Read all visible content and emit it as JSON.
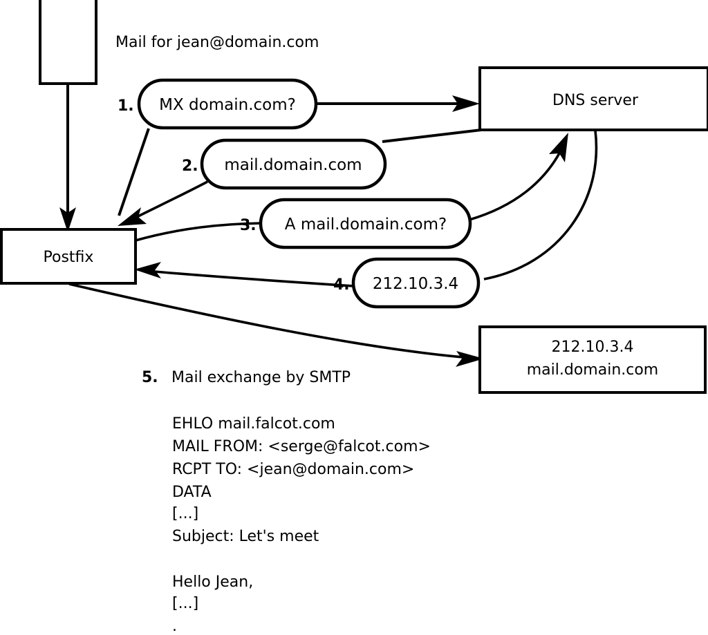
{
  "title": "Mail for jean@domain.com",
  "nodes": {
    "client": {
      "label": ""
    },
    "postfix": {
      "label": "Postfix"
    },
    "dns": {
      "label": "DNS server"
    },
    "mailserver": {
      "line1": "212.10.3.4",
      "line2": "mail.domain.com"
    }
  },
  "steps": [
    {
      "num": "1.",
      "label": "MX domain.com?"
    },
    {
      "num": "2.",
      "label": "mail.domain.com"
    },
    {
      "num": "3.",
      "label": "A mail.domain.com?"
    },
    {
      "num": "4.",
      "label": "212.10.3.4"
    },
    {
      "num": "5.",
      "label": "Mail exchange by SMTP"
    }
  ],
  "transcript": [
    "EHLO mail.falcot.com",
    "MAIL FROM: <serge@falcot.com>",
    "RCPT TO: <jean@domain.com>",
    "DATA",
    "[...]",
    "Subject: Let's meet",
    "",
    "Hello Jean,",
    "[...]",
    "."
  ],
  "colors": {
    "stroke": "#000000",
    "fill": "#ffffff",
    "text": "#000000"
  }
}
